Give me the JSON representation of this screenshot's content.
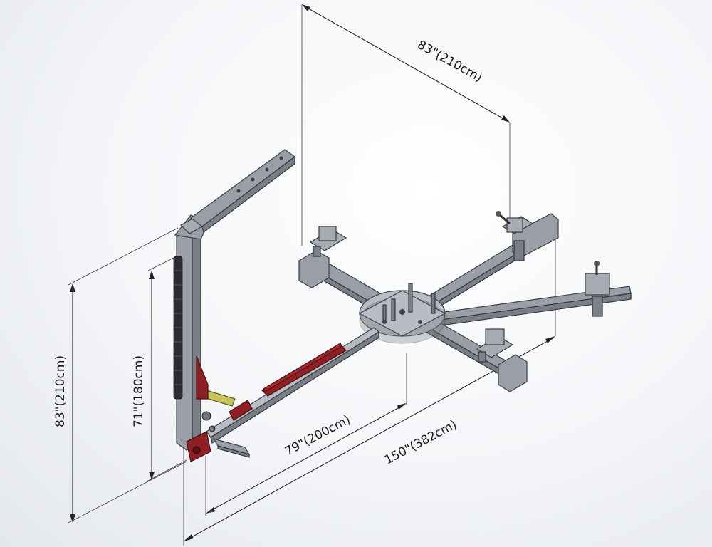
{
  "dimensions": {
    "top_width": "83\"(210cm)",
    "left_height_outer": "83\"(210cm)",
    "left_height_inner": "71\"(180cm)",
    "arm_length": "79\"(200cm)",
    "total_length": "150\"(382cm)"
  },
  "colors": {
    "frame": "#9a9ea6",
    "accent_red": "#8e1f25",
    "handle_yellow": "#c8c25a"
  }
}
